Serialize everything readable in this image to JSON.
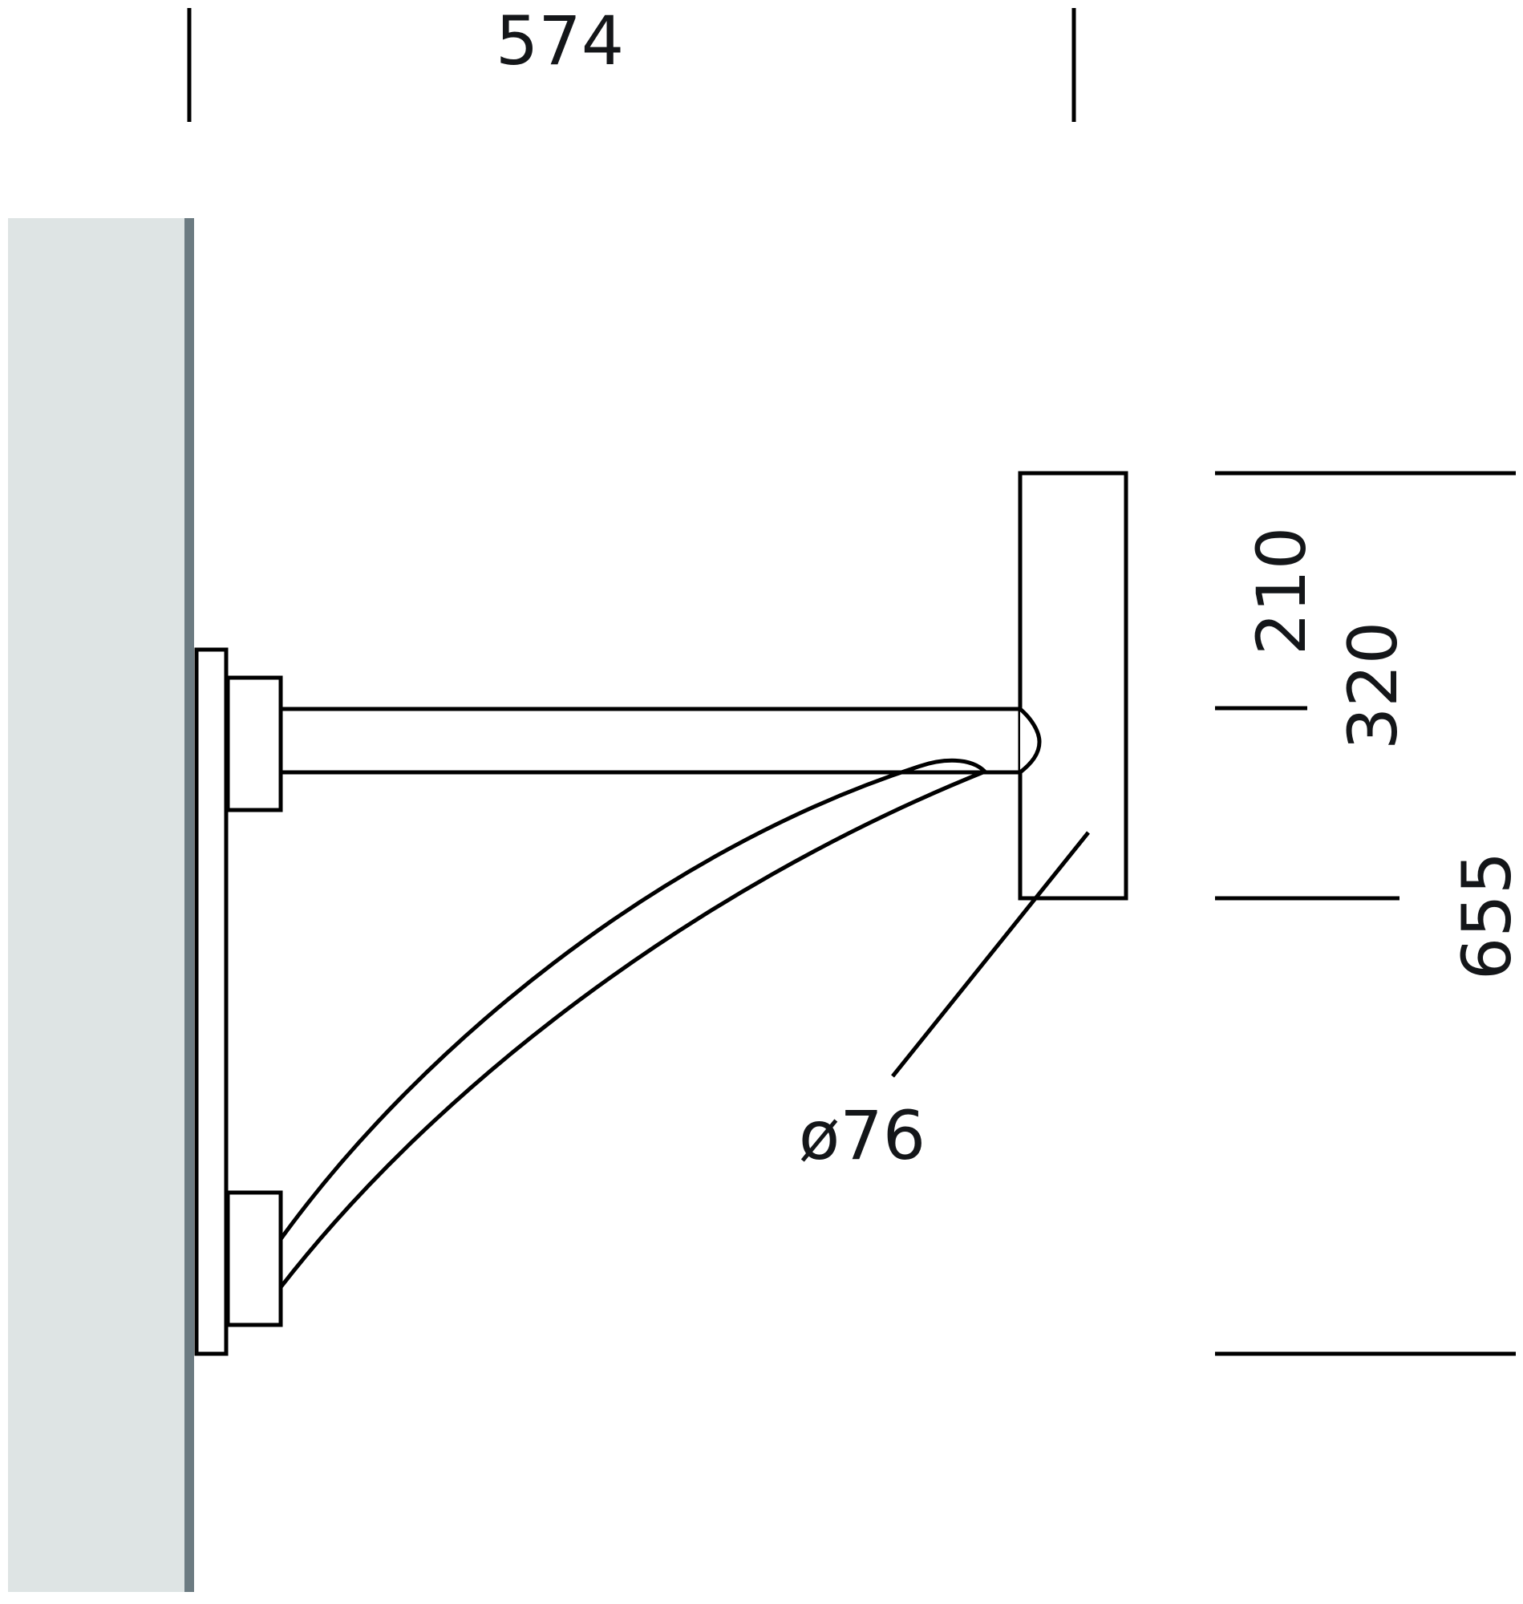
{
  "drawing": {
    "type": "technical-dimension-drawing",
    "subject": "wall-mounted bracket arm with luminaire head",
    "colors": {
      "wall_fill": "#dee4e4",
      "wall_edge": "#6c7b82",
      "line": "#000000",
      "text": "#141619",
      "background": "#ffffff"
    },
    "dimensions": {
      "horizontal_projection": "574",
      "head_upper_height": "210",
      "head_total_height": "320",
      "overall_height": "655",
      "pipe_diameter": "ø76"
    }
  }
}
